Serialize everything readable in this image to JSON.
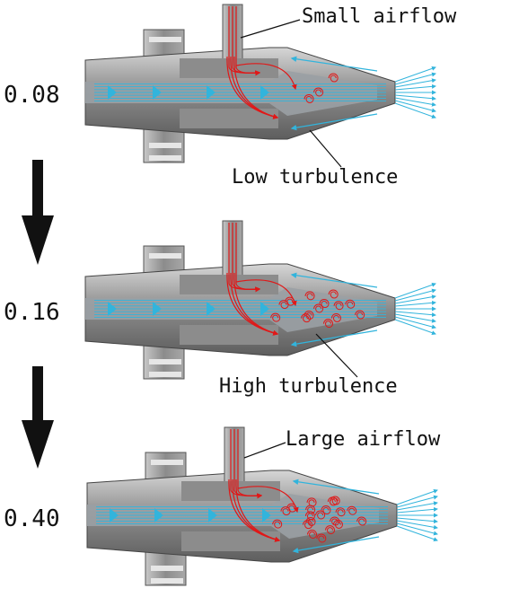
{
  "values": [
    "0.08",
    "0.16",
    "0.40"
  ],
  "annotations": {
    "top": "Small airflow",
    "top_bottom": "Low turbulence",
    "middle_bottom": "High turbulence",
    "bottom_top": "Large airflow"
  },
  "colors": {
    "body_dark": "#6f6f6f",
    "body_light": "#b4b4b4",
    "channel": "#9aa0a4",
    "flow_blue": "#32b4dc",
    "flow_red": "#e01818",
    "arrow": "#111111"
  }
}
